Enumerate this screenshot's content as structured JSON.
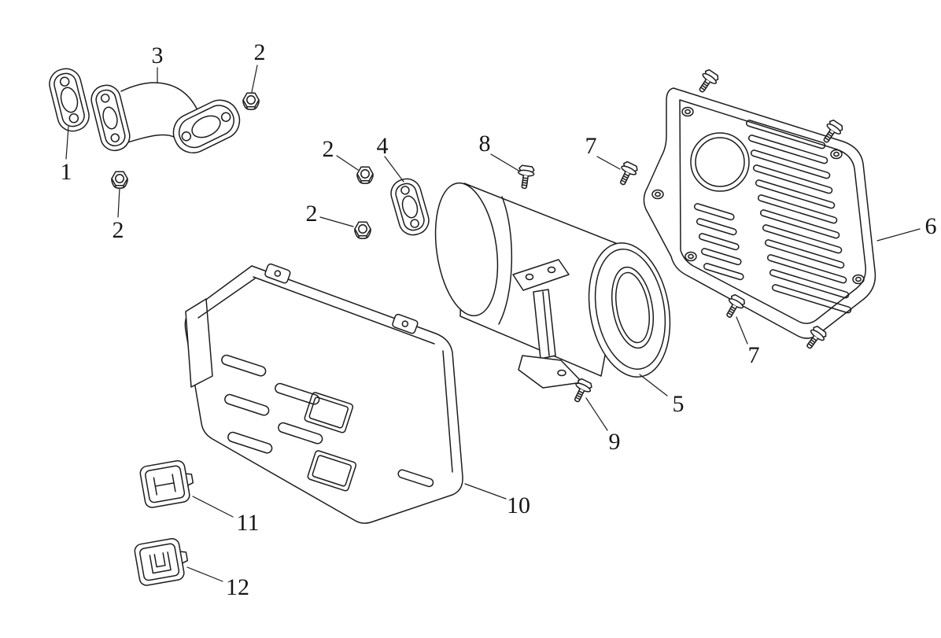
{
  "page": {
    "background": "#ffffff",
    "line_color": "#1c1c1c"
  },
  "diagram": {
    "type": "exploded-parts-diagram",
    "callouts": [
      {
        "ref": "c1",
        "part": "1"
      },
      {
        "ref": "c2a",
        "part": "2"
      },
      {
        "ref": "c2b",
        "part": "2"
      },
      {
        "ref": "c2c",
        "part": "2"
      },
      {
        "ref": "c2d",
        "part": "2"
      },
      {
        "ref": "c3",
        "part": "3"
      },
      {
        "ref": "c4",
        "part": "4"
      },
      {
        "ref": "c5",
        "part": "5"
      },
      {
        "ref": "c6",
        "part": "6"
      },
      {
        "ref": "c7a",
        "part": "7"
      },
      {
        "ref": "c7b",
        "part": "7"
      },
      {
        "ref": "c8",
        "part": "8"
      },
      {
        "ref": "c9",
        "part": "9"
      },
      {
        "ref": "c10",
        "part": "10"
      },
      {
        "ref": "c11",
        "part": "11"
      },
      {
        "ref": "c12",
        "part": "12"
      }
    ]
  }
}
